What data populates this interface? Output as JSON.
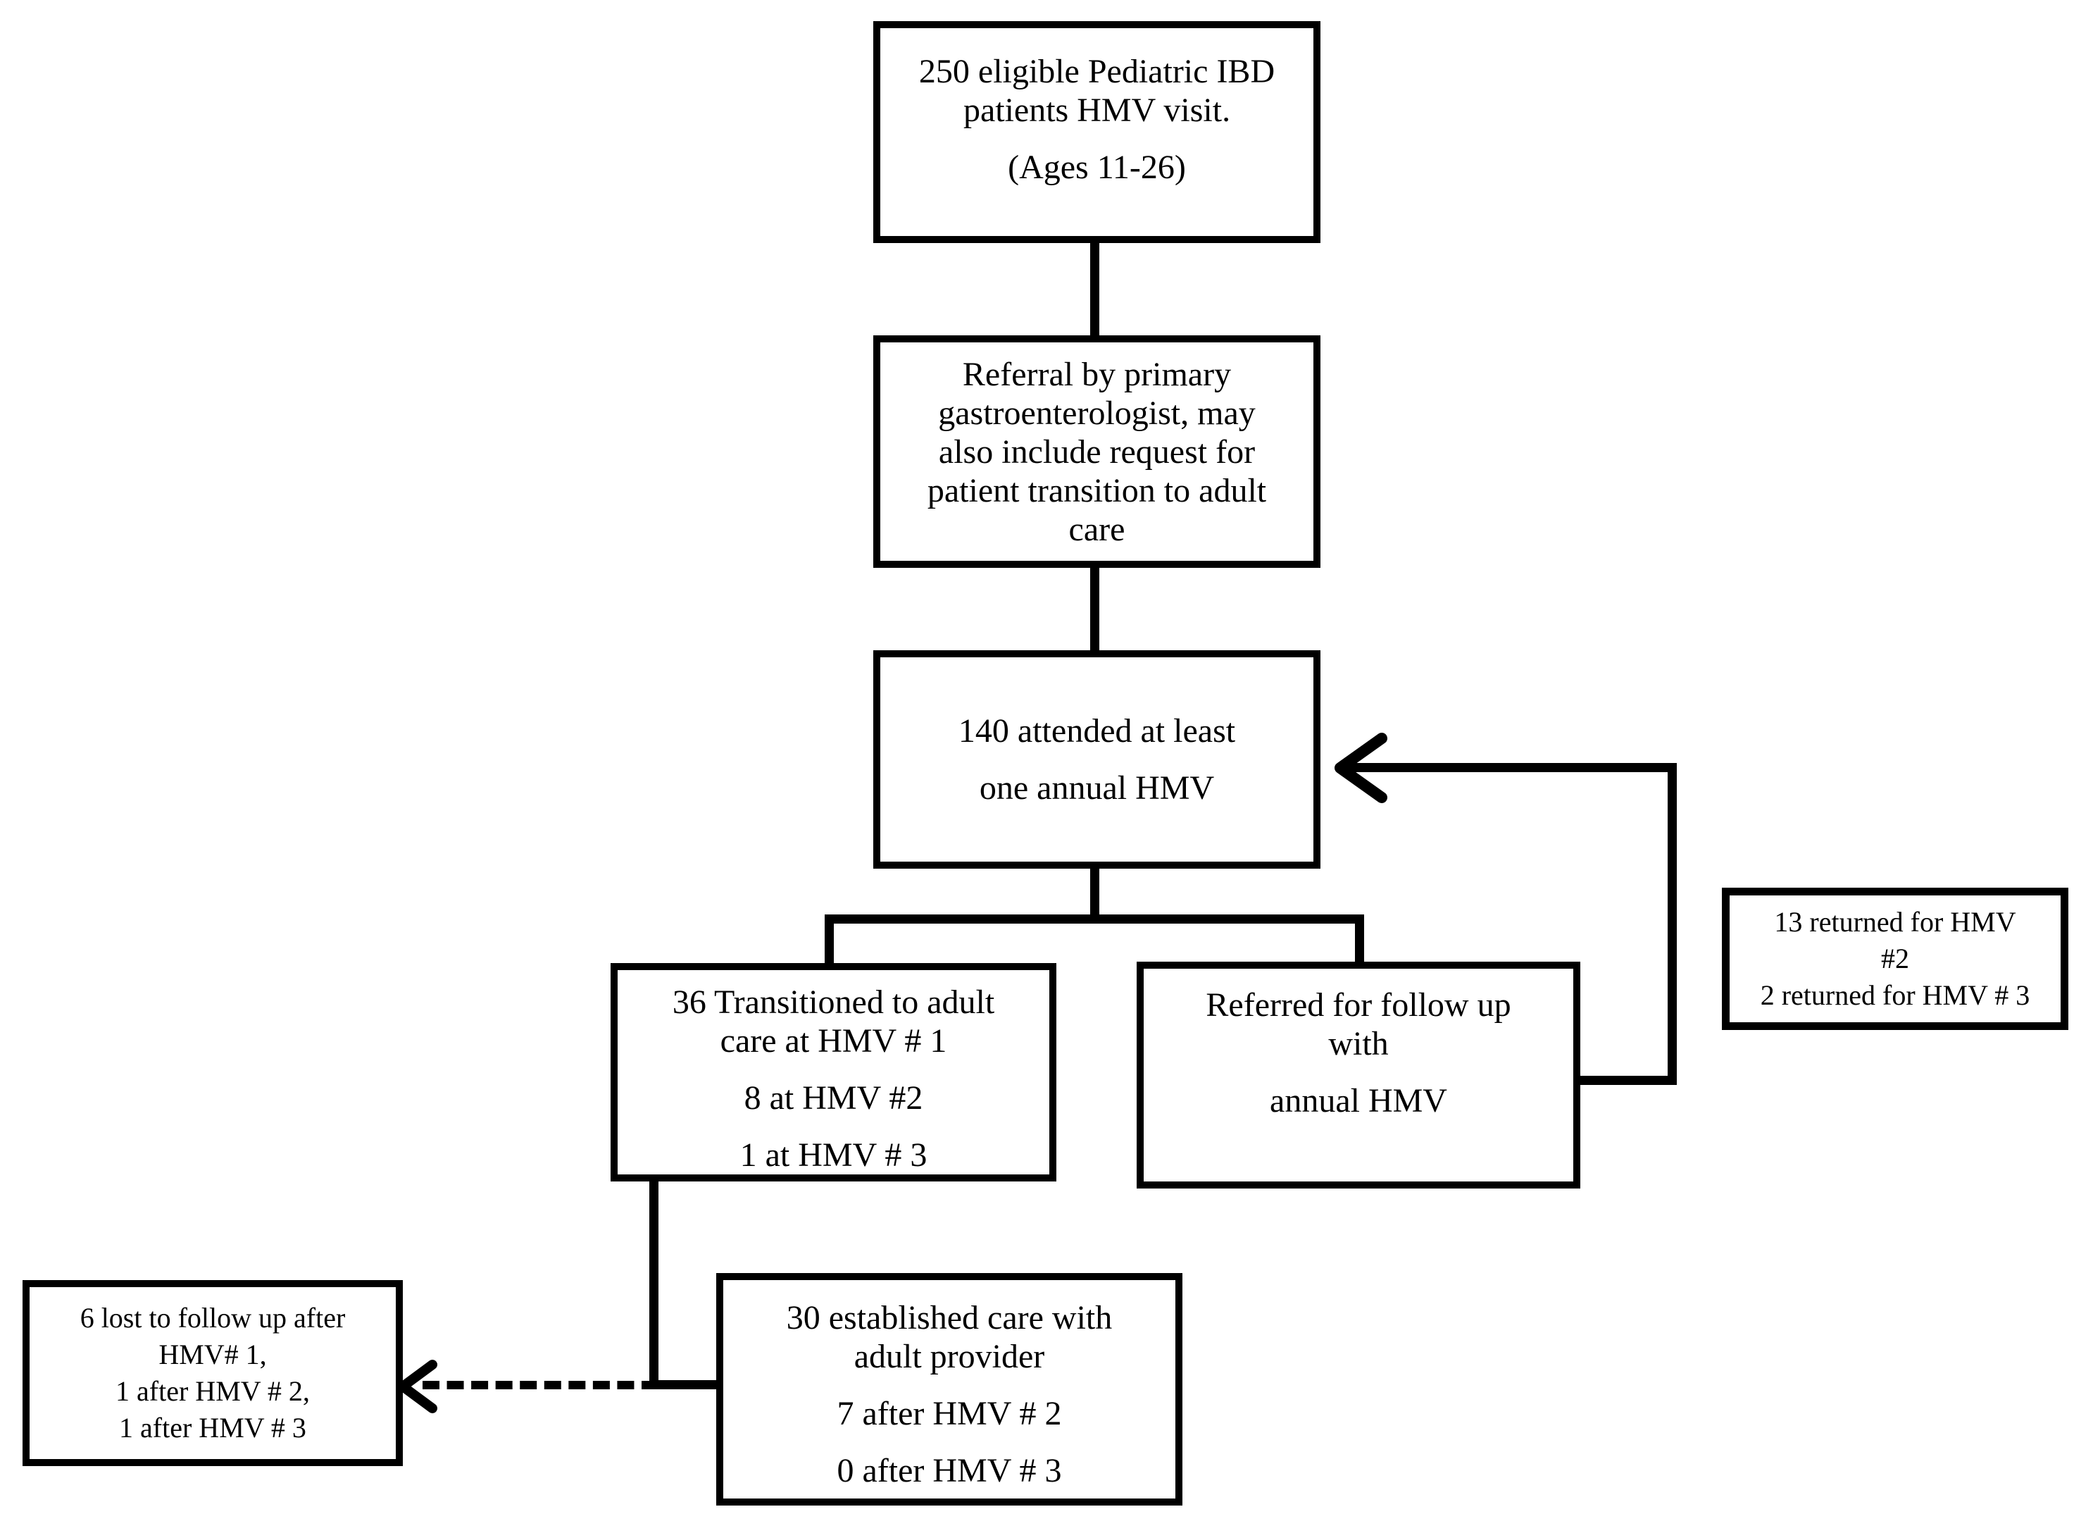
{
  "diagram": {
    "type": "flowchart",
    "colors": {
      "background": "#ffffff",
      "line": "#000000",
      "text": "#000000"
    },
    "nodes": {
      "eligible": {
        "lines": [
          "250 eligible Pediatric IBD",
          "patients HMV visit.",
          "",
          "(Ages 11-26)"
        ]
      },
      "referral": {
        "lines": [
          "Referral by primary",
          "gastroenterologist, may",
          "also include request for",
          "patient transition to adult",
          "care"
        ]
      },
      "attended": {
        "lines": [
          "140 attended at least",
          "",
          "one annual HMV"
        ]
      },
      "transitioned": {
        "lines": [
          "36 Transitioned to adult",
          "care at HMV # 1",
          "",
          "8 at HMV #2",
          "",
          "1 at HMV # 3"
        ]
      },
      "referred_followup": {
        "lines": [
          "Referred for follow up",
          "with",
          "",
          "annual HMV"
        ]
      },
      "returned": {
        "lines": [
          "13 returned for HMV",
          "#2",
          "2 returned for HMV # 3"
        ]
      },
      "established": {
        "lines": [
          "30 established care with",
          "adult  provider",
          "",
          "7 after HMV # 2",
          "",
          "0 after HMV # 3"
        ]
      },
      "lost": {
        "lines": [
          "6 lost to follow up after",
          "HMV# 1,",
          "1 after HMV # 2,",
          "1 after HMV # 3"
        ]
      }
    }
  }
}
